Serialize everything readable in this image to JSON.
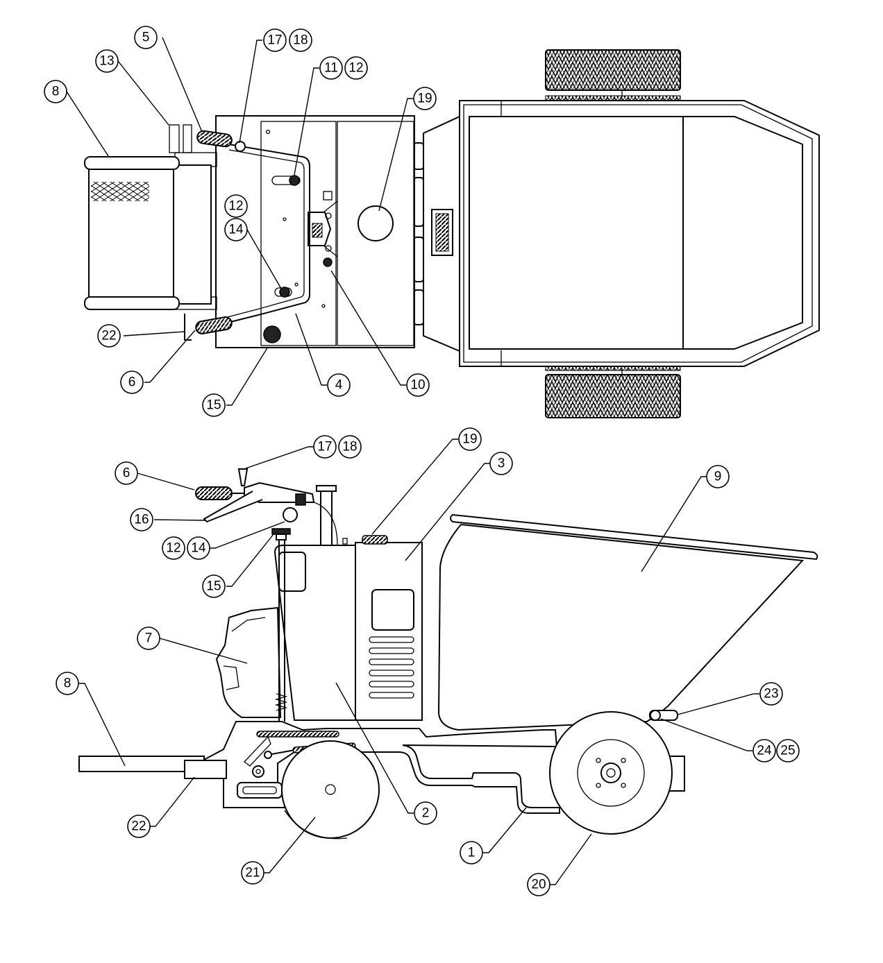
{
  "callouts": {
    "top": {
      "c5": "5",
      "c17": "17",
      "c18": "18",
      "c11": "11",
      "c12a": "12",
      "c19": "19",
      "c13": "13",
      "c8": "8",
      "c12b": "12",
      "c14": "14",
      "c22": "22",
      "c6": "6",
      "c15": "15",
      "c4": "4",
      "c10": "10"
    },
    "side": {
      "c19": "19",
      "c17": "17",
      "c18": "18",
      "c3": "3",
      "c9": "9",
      "c6": "6",
      "c16": "16",
      "c12": "12",
      "c14": "14",
      "c15": "15",
      "c7": "7",
      "c8": "8",
      "c23": "23",
      "c24": "24",
      "c25": "25",
      "c22": "22",
      "c2": "2",
      "c1": "1",
      "c21": "21",
      "c20": "20"
    }
  }
}
